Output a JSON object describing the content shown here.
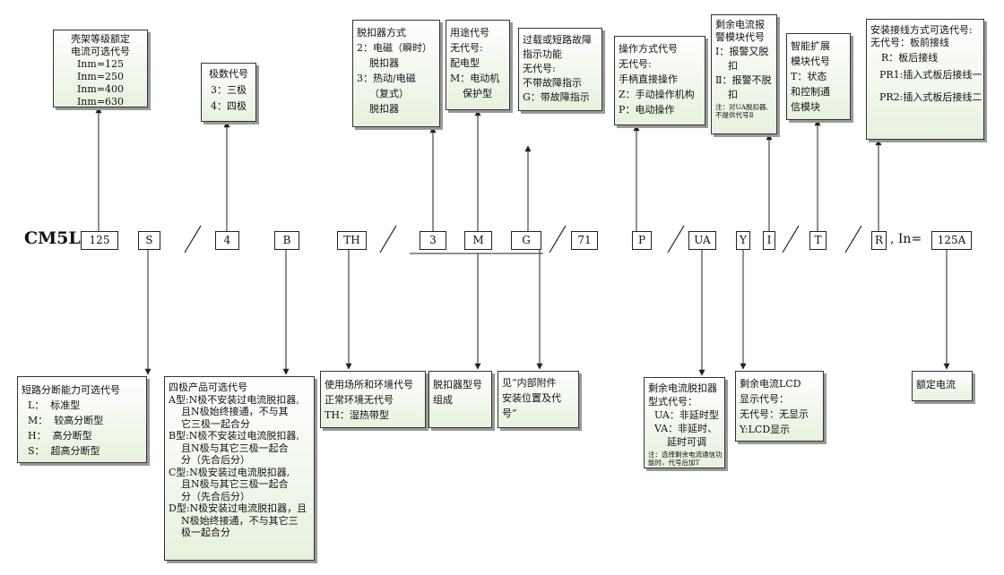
{
  "model": {
    "prefix": "CM5L-",
    "codes": [
      "125",
      "S",
      "4",
      "B",
      "TH",
      "3",
      "M",
      "G",
      "71",
      "P",
      "UA",
      "Y",
      "Ⅰ",
      "T",
      "R",
      "125A"
    ],
    "separator": "/",
    "in_label": ", In="
  },
  "top_boxes": [
    {
      "lines": [
        "壳架等级额定",
        "电流可选代号",
        "Inm=125",
        "Inm=250",
        "Inm=400",
        "Inm=630"
      ]
    },
    {
      "lines": [
        "极数代号",
        "3：三极",
        "4：四极"
      ]
    },
    {
      "lines": [
        "脱扣器方式",
        "2：电磁（瞬时）",
        "    脱扣器",
        "3：热动/电磁",
        "    （复式）",
        "    脱扣器"
      ]
    },
    {
      "lines": [
        "用途代号",
        "无代号:",
        "配电型",
        "M：电动机",
        "    保护型"
      ]
    },
    {
      "lines": [
        "过载或短路故障",
        "指示功能",
        "无代号:",
        "不带故障指示",
        "G：带故障指示"
      ]
    },
    {
      "lines": [
        "操作方式代号",
        "无代号:",
        "手柄直接操作",
        "Z：手动操作机构",
        "P：电动操作"
      ]
    },
    {
      "lines": [
        "剩余电流报",
        "警模块代号",
        "Ⅰ：报警又脱",
        "    扣",
        "Ⅱ：报警不脱",
        "    扣"
      ],
      "note": [
        "注：对UA脱扣器,",
        "不提供代号Ⅱ"
      ]
    },
    {
      "lines": [
        "智能扩展",
        "模块代号",
        "T：状态",
        "和控制通",
        "信模块"
      ]
    },
    {
      "lines": [
        "安装接线方式可选代号:",
        "无代号：板前接线",
        "R：板后接线",
        "PR1:插入式板后接线一",
        "PR2:插入式板后接线二"
      ]
    }
  ],
  "bottom_boxes": [
    {
      "lines": [
        "短路分断能力可选代号",
        "  L：  标准型",
        "  M：  较高分断型",
        "  H：  高分断型",
        "  S：  超高分断型"
      ]
    },
    {
      "lines": [
        "四极产品可选代号",
        "",
        "A型:N极不安装过电流脱扣器,",
        "    且N极始终接通，不与其",
        "    它三极一起合分",
        "B型:N极不安装过电流脱扣器,",
        "    且N极与其它三极一起合",
        "    分（先合后分）",
        "C型:N极安装过电流脱扣器,",
        "    且N极与其它三极一起合",
        "    分（先合后分）",
        "D型:N极安装过电流脱扣器，且",
        "    N极始终接通，不与其它三",
        "    极一起合分"
      ]
    },
    {
      "lines": [
        "使用场所和环境代号",
        "正常环境无代号",
        "TH：湿热带型"
      ]
    },
    {
      "lines": [
        "脱扣器型号",
        "组成"
      ]
    },
    {
      "lines": [
        "见“内部附件",
        "安装位置及代",
        "号”"
      ]
    },
    {
      "lines": [
        "剩余电流脱扣器",
        "型式代号：",
        "  UA：非延时型",
        "  VA：非延时、",
        "      延时可调"
      ],
      "note": [
        "注：选择剩余电流通信功",
        "能时，代号后加T"
      ]
    },
    {
      "lines": [
        "剩余电流LCD",
        "显示代号：",
        "无代号：无显示",
        "Y:LCD显示"
      ]
    },
    {
      "lines": [
        "额定电流"
      ]
    }
  ]
}
